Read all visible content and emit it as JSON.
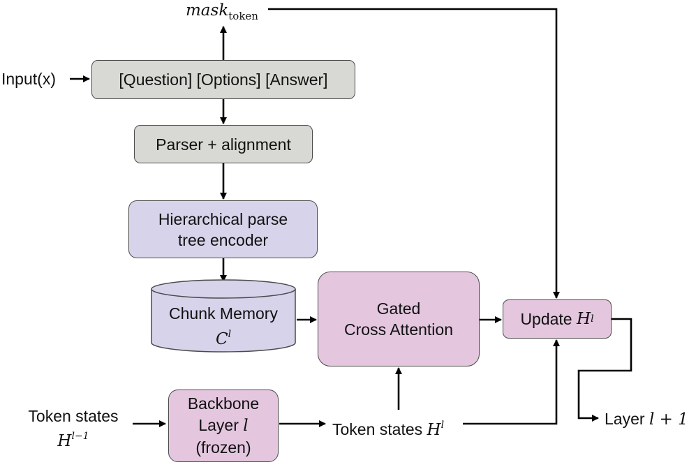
{
  "labels": {
    "mask": "mask",
    "mask_sub": "token",
    "input": "Input(x)",
    "token_states_left": "Token states",
    "h_left_base": "H",
    "h_left_sup": "l−1",
    "token_states_mid": "Token states",
    "h_mid_base": "H",
    "h_mid_sup": "l",
    "layer_next_word": "Layer",
    "layer_next_math": "l + 1"
  },
  "boxes": {
    "question": "[Question] [Options] [Answer]",
    "parser": "Parser + alignment",
    "hier_line1": "Hierarchical parse",
    "hier_line2": "tree encoder",
    "chunk_title": "Chunk Memory",
    "chunk_c": "C",
    "chunk_sup": "l",
    "gated_line1": "Gated",
    "gated_line2": "Cross Attention",
    "update_word": "Update",
    "update_h": "H",
    "update_sup": "l",
    "backbone_line1": "Backbone",
    "backbone_line2a": "Layer",
    "backbone_line2b": "l",
    "backbone_line3": "(frozen)"
  },
  "colors": {
    "gray_box": "#d8d8d4",
    "lavender_box": "#d7d3ea",
    "pink_box": "#e4c6df",
    "stroke": "#000000"
  }
}
